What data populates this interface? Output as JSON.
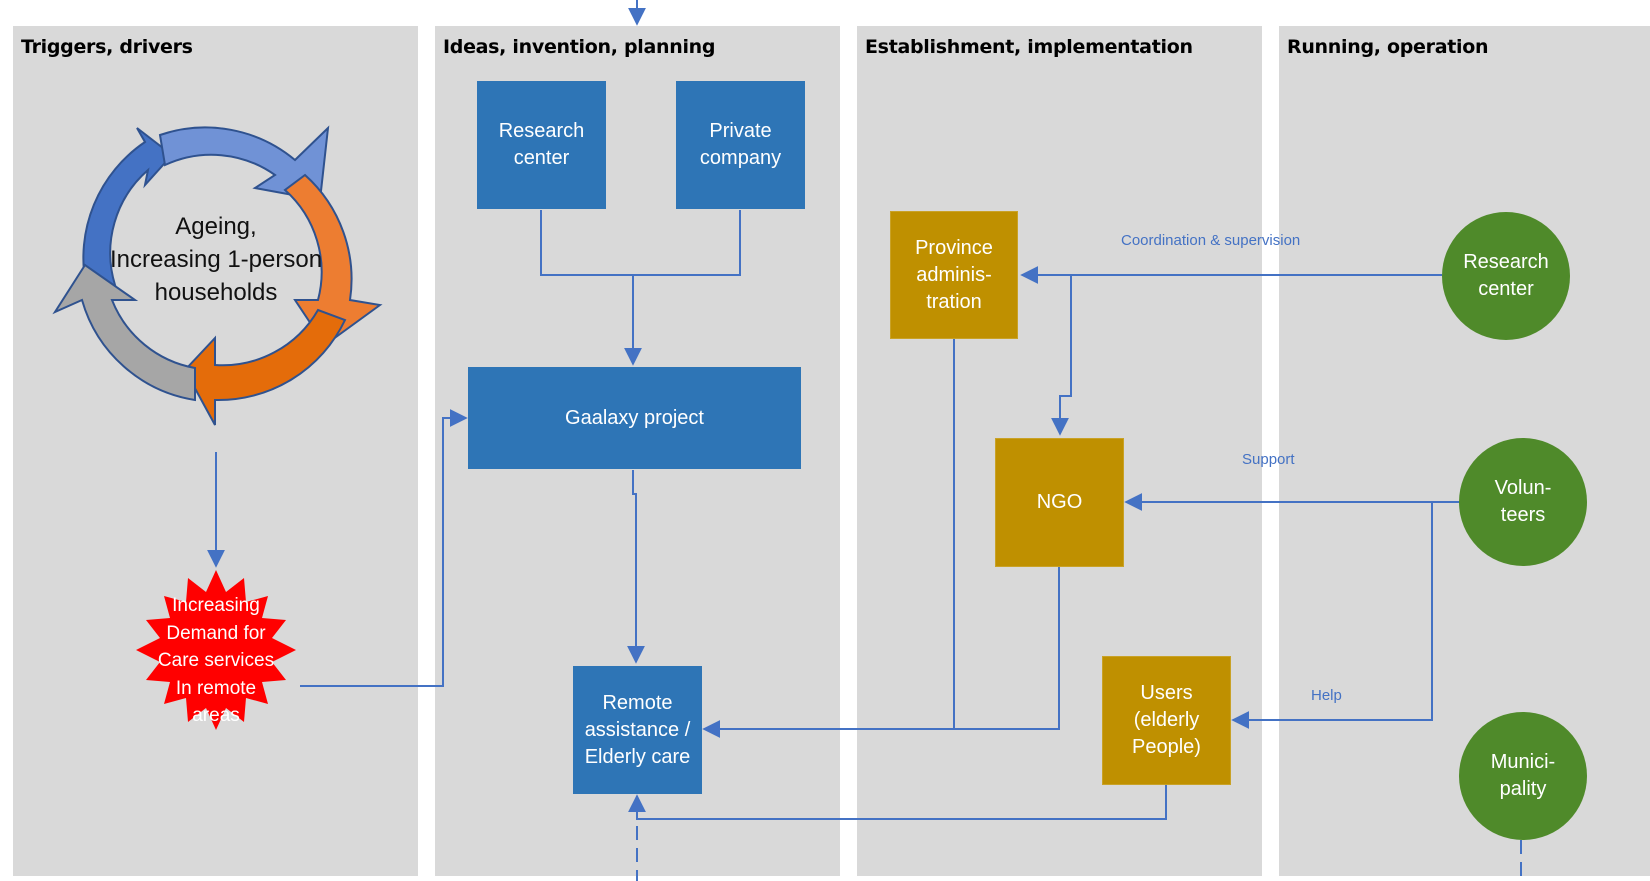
{
  "lanes": [
    {
      "title": "Triggers, drivers"
    },
    {
      "title": "Ideas, invention, planning"
    },
    {
      "title": "Establishment, implementation"
    },
    {
      "title": "Running, operation"
    }
  ],
  "cycle": {
    "text": "Ageing,\nIncreasing 1-person\nhouseholds"
  },
  "burst": {
    "text": "Increasing\nDemand for\nCare services\nIn remote\nareas"
  },
  "nodes": {
    "research_center_top": "Research\ncenter",
    "private_company": "Private\ncompany",
    "gaalaxy_project": "Gaalaxy project",
    "remote_assistance": "Remote\nassistance /\nElderly care",
    "province_admin": "Province\nadminis-\ntration",
    "ngo": "NGO",
    "users": "Users\n(elderly\nPeople)",
    "research_center_right": "Research\ncenter",
    "volunteers": "Volun-\nteers",
    "municipality": "Munici-\npality"
  },
  "connector_labels": {
    "coordination": "Coordination & supervision",
    "support": "Support",
    "help": "Help"
  },
  "colors": {
    "blue_box": "#2e75b6",
    "gold_box": "#bf9000",
    "green_circle": "#4f8a2a",
    "connector": "#4472c4",
    "burst": "#ff0000",
    "lane": "#d9d9d9"
  }
}
